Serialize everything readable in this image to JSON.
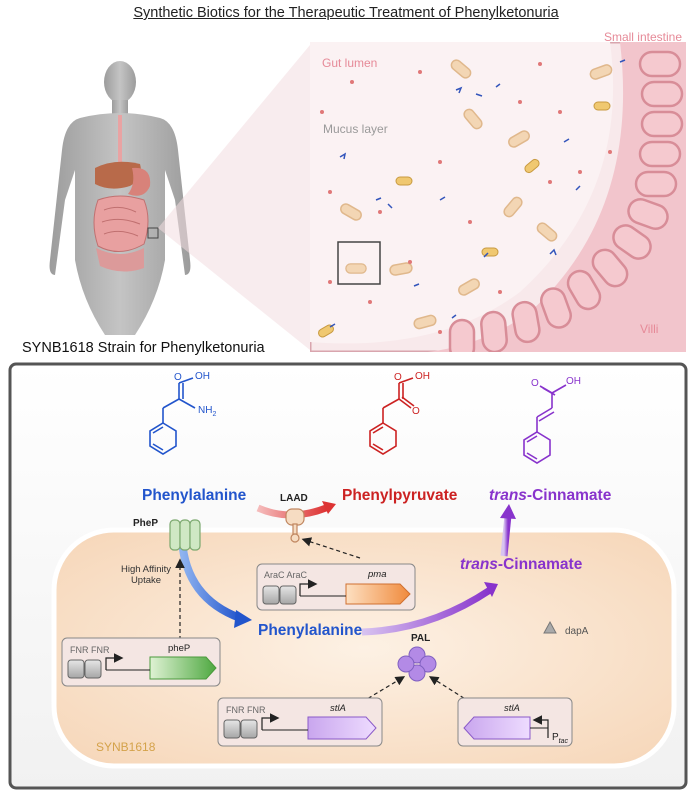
{
  "title": "Synthetic Biotics for the Therapeutic Treatment of Phenylketonuria",
  "strain_title": "SYNB1618 Strain for Phenylketonuria",
  "intestine": {
    "small_intestine": "Small intestine",
    "gut_lumen": "Gut lumen",
    "mucus_layer": "Mucus layer",
    "villi": "Villi"
  },
  "chemicals": {
    "oh": "OH",
    "nh2": "NH",
    "nh2_sub": "2",
    "o": "O",
    "phenylalanine": "Phenylalanine",
    "phenylpyruvate": "Phenylpyruvate",
    "trans_prefix": "trans",
    "cinnamate_suffix": "-Cinnamate"
  },
  "proteins": {
    "laad": "LAAD",
    "phep": "PheP",
    "pal": "PAL",
    "high_affinity_uptake": "High Affinity Uptake",
    "dapa": "dapA"
  },
  "constructs": {
    "pma": {
      "promoters": "AraC AraC",
      "gene": "pma"
    },
    "phep": {
      "promoters": "FNR FNR",
      "gene": "pheP"
    },
    "stla1": {
      "promoters": "FNR FNR",
      "gene": "stlA"
    },
    "stla2": {
      "gene": "stlA",
      "promoter": "P",
      "promoter_sub": "tac"
    }
  },
  "strain_label": "SYNB1618",
  "colors": {
    "phenylalanine": "#2255cc",
    "phenylpyruvate": "#cc2222",
    "cinnamate": "#8833cc",
    "cell_fill": "#fbe6d2",
    "intestine_pink": "#f2c5cc"
  }
}
